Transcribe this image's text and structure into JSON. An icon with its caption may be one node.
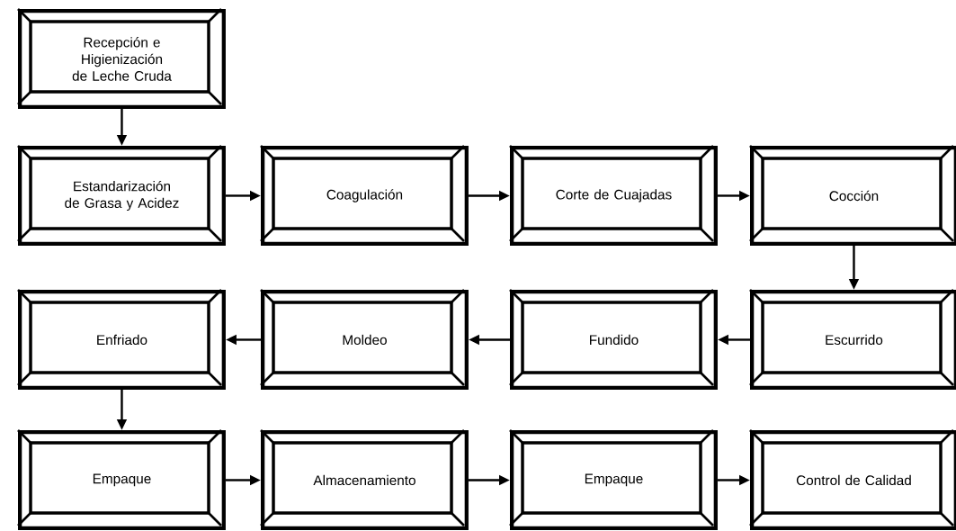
{
  "diagram": {
    "nodes": [
      {
        "text": [
          "Recepción e Higienización de Leche Cruda"
        ]
      },
      {
        "text": [
          "Estandarización de Grasa y Acidez"
        ]
      },
      {
        "text": [
          "Coagulación"
        ]
      },
      {
        "text": [
          "Corte de Cuajadas"
        ]
      },
      {
        "text": [
          "Cocción"
        ]
      },
      {
        "text": [
          "Escurrido"
        ]
      },
      {
        "text": [
          "Fundido"
        ]
      },
      {
        "text": [
          "Moldeo"
        ]
      },
      {
        "text": [
          "Enfriado"
        ]
      },
      {
        "text": [
          "Empaque"
        ]
      },
      {
        "text": [
          "Almacenamiento"
        ]
      },
      {
        "text": [
          "Empaque"
        ]
      },
      {
        "text": [
          "Control de Calidad"
        ]
      }
    ],
    "edges": [
      {
        "from": 0,
        "to": 1,
        "arrow": "to"
      },
      {
        "from": 1,
        "to": 2,
        "arrow": "to"
      },
      {
        "from": 2,
        "to": 3,
        "arrow": "to"
      },
      {
        "from": 3,
        "to": 4,
        "arrow": "to"
      },
      {
        "from": 4,
        "to": 5,
        "arrow": "to"
      },
      {
        "from": 5,
        "to": 6,
        "arrow": "to"
      },
      {
        "from": 6,
        "to": 7,
        "arrow": "to"
      },
      {
        "from": 7,
        "to": 8,
        "arrow": "to"
      },
      {
        "from": 8,
        "to": 9,
        "arrow": "to"
      },
      {
        "from": 9,
        "to": 10,
        "arrow": "to"
      },
      {
        "from": 10,
        "to": 11,
        "arrow": "to"
      },
      {
        "from": 11,
        "to": 12,
        "arrow": "to"
      }
    ]
  }
}
